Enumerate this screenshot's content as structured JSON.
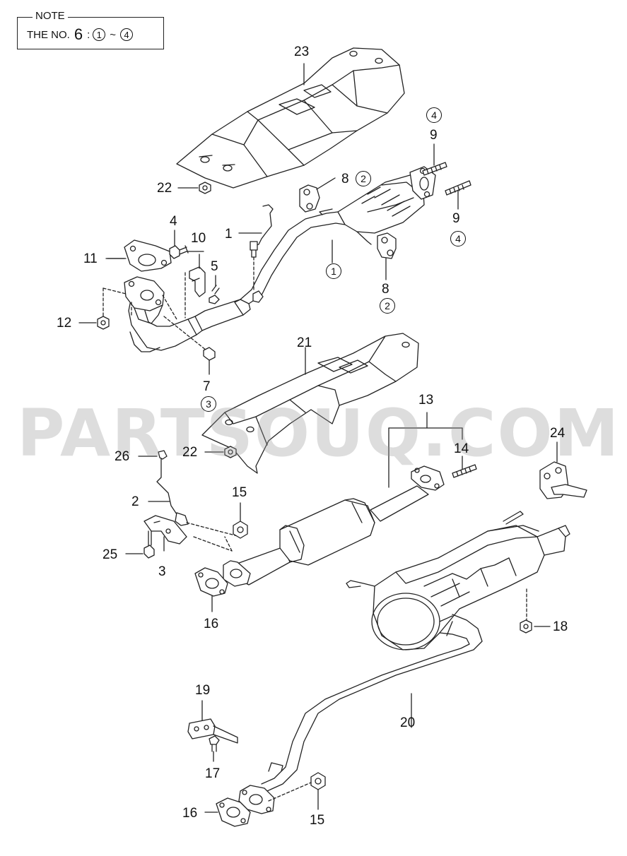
{
  "note": {
    "title": "NOTE",
    "prefix": "THE NO.",
    "number": "6",
    "colon": ":",
    "range_start": "1",
    "tilde": "~",
    "range_end": "4"
  },
  "watermark": "PARTSOUQ.COM",
  "callouts": {
    "c23": "23",
    "c22a": "22",
    "c8a": "8",
    "c9a": "9",
    "c9b": "9",
    "c4": "4",
    "c10": "10",
    "c1": "1",
    "c11": "11",
    "c5": "5",
    "c8b": "8",
    "c12": "12",
    "c7": "7",
    "c21": "21",
    "c13": "13",
    "c14": "14",
    "c24": "24",
    "c22b": "22",
    "c26": "26",
    "c2": "2",
    "c15a": "15",
    "c25": "25",
    "c3": "3",
    "c16a": "16",
    "c18": "18",
    "c20": "20",
    "c19": "19",
    "c17": "17",
    "c16b": "16",
    "c15b": "15"
  },
  "refs": {
    "r4a": "4",
    "r2a": "2",
    "r4b": "4",
    "r1": "1",
    "r2b": "2",
    "r3": "3"
  }
}
